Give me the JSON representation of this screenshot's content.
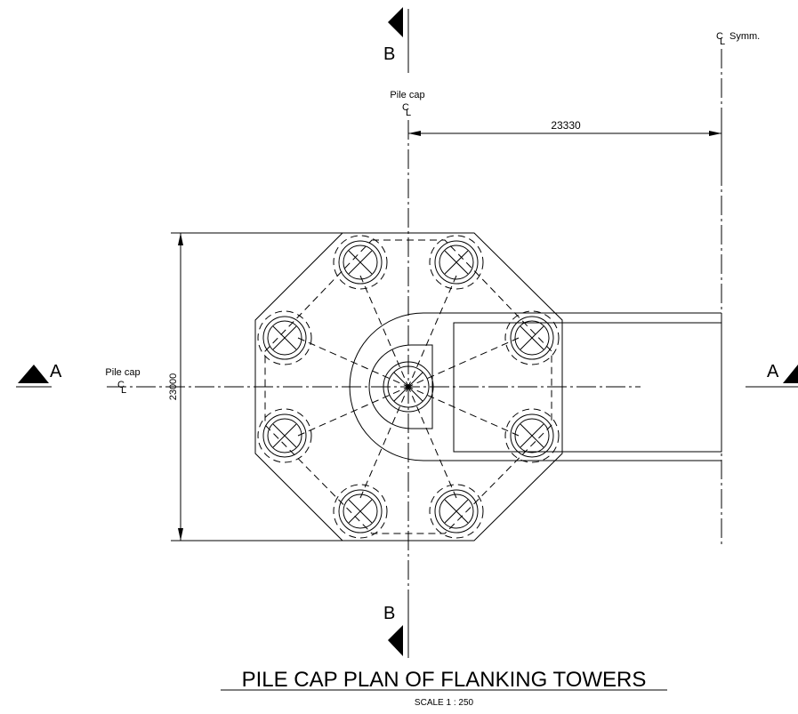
{
  "title": "PILE CAP PLAN OF FLANKING TOWERS",
  "scale": "SCALE 1 : 250",
  "section_markers": {
    "a_left": "A",
    "a_right": "A",
    "b_top": "B",
    "b_bottom": "B"
  },
  "labels": {
    "pile_cap_top": "Pile cap",
    "pile_cap_left": "Pile cap",
    "cl_symbol": "C",
    "cl_symbol_l": "L",
    "symm": "Symm."
  },
  "dimensions": {
    "horizontal": "23330",
    "vertical": "23000"
  },
  "colors": {
    "line": "#000000",
    "background": "#ffffff"
  }
}
